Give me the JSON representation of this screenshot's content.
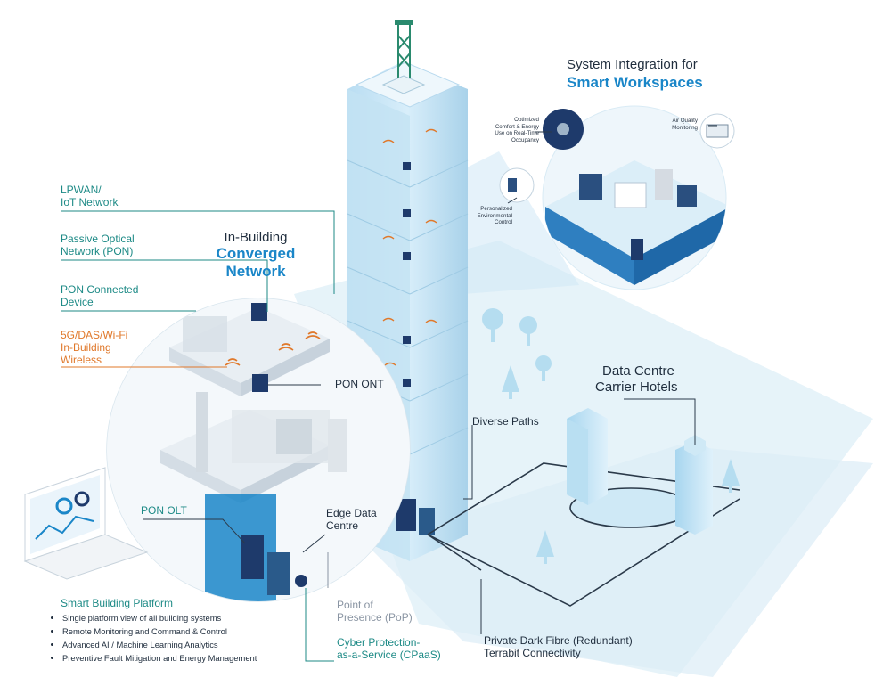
{
  "smart_workspaces": {
    "title_line1": "System Integration for",
    "title_line2": "Smart Workspaces",
    "callout_occupancy": "Optimized\nComfort & Energy\nUse on Real-Time\nOccupancy",
    "callout_air": "Air Quality\nMonitoring",
    "callout_personalized": "Personalized\nEnvironmental\nControl"
  },
  "in_building": {
    "title_line1": "In-Building",
    "title_line2": "Converged",
    "title_line3": "Network"
  },
  "labels": {
    "lpwan": "LPWAN/\nIoT Network",
    "pon": "Passive Optical\nNetwork (PON)",
    "pon_connected": "PON Connected\nDevice",
    "wireless": "5G/DAS/Wi-Fi\nIn-Building\nWireless",
    "pon_ont": "PON ONT",
    "pon_olt": "PON OLT",
    "edge_dc": "Edge Data\nCentre",
    "pop": "Point of\nPresence (PoP)",
    "cpaas": "Cyber Protection-\nas-a-Service (CPaaS)",
    "diverse_paths": "Diverse Paths",
    "dark_fibre": "Private Dark Fibre (Redundant)\nTerrabit Connectivity",
    "dc_line1": "Data Centre",
    "dc_line2": "Carrier Hotels"
  },
  "platform": {
    "title": "Smart Building Platform",
    "bullets": [
      "Single platform view of all building systems",
      "Remote Monitoring and Command & Control",
      "Advanced AI / Machine Learning Analytics",
      "Preventive Fault Mitigation and Energy Management"
    ]
  },
  "colors": {
    "teal": "#1d8a86",
    "orange": "#e0782a",
    "blue_accent": "#1a86c8",
    "navy_device": "#1e3a6b",
    "ground": "#e6f3f9"
  }
}
